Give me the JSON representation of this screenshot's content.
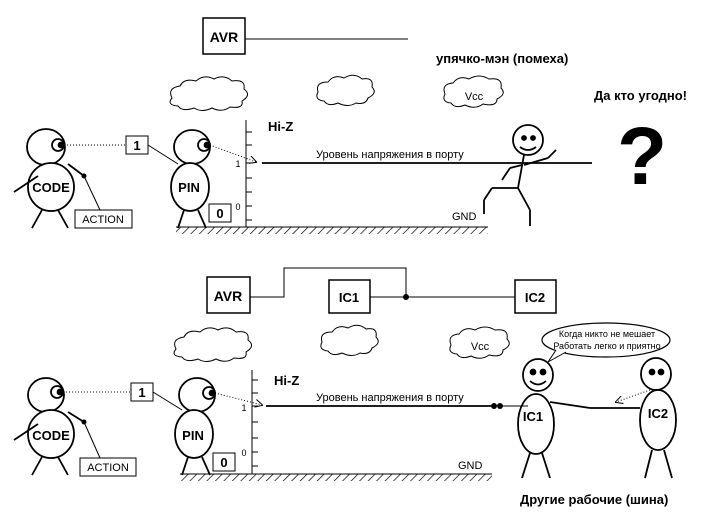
{
  "top": {
    "avr_label": "AVR",
    "noise_caption": "упячко-мэн (помеха)",
    "vcc_label": "Vcc",
    "anyone_caption": "Да кто угодно!",
    "question_mark": "?",
    "hiz_label": "Hi-Z",
    "tick_1": "1",
    "tick_0": "0",
    "level_caption": "Уровень напряжения в порту",
    "gnd_label": "GND",
    "code_label": "CODE",
    "pin_label": "PIN",
    "action_label": "ACTION",
    "value_1": "1",
    "value_0": "0"
  },
  "bottom": {
    "avr_label": "AVR",
    "ic1_box_label": "IC1",
    "ic2_box_label": "IC2",
    "vcc_label": "Vcc",
    "speech_line1": "Когда никто не мешает",
    "speech_line2": "Работать легко и приятно",
    "hiz_label": "Hi-Z",
    "tick_1": "1",
    "tick_0": "0",
    "level_caption": "Уровень напряжения в порту",
    "gnd_label": "GND",
    "code_label": "CODE",
    "pin_label": "PIN",
    "action_label": "ACTION",
    "value_1": "1",
    "value_0": "0",
    "ic1_figure_label": "IC1",
    "ic2_figure_label": "IC2",
    "workers_caption": "Другие рабочие (шина)"
  }
}
